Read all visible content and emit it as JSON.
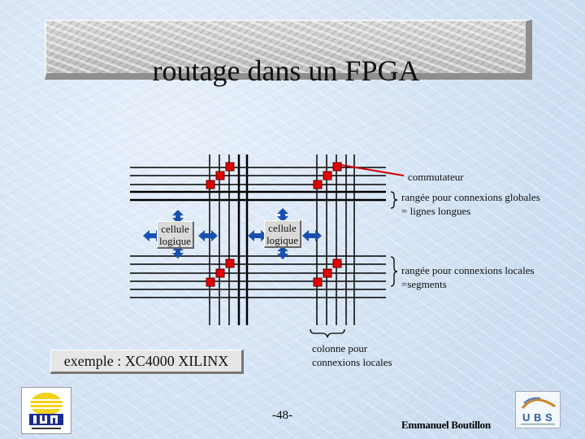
{
  "title": "routage dans un FPGA",
  "labels": {
    "switch": "commutateur",
    "global_rows_1": "rangée pour connexions globales",
    "global_rows_2": "= lignes longues",
    "local_rows_1": "rangée pour connexions locales",
    "local_rows_2": "=segments",
    "column_1": "colonne pour",
    "column_2": "connexions locales",
    "cell_line1": "cellule",
    "cell_line2": "logique"
  },
  "example": "exemple : XC4000 XILINX",
  "page_number": "-48-",
  "author": "Emmanuel Boutillon",
  "logos": {
    "left": "IUP",
    "right": "UBS"
  },
  "colors": {
    "switch": "#e00000",
    "arrow": "#1a4fb0",
    "wire": "#000000",
    "pointer": "#d00000"
  }
}
